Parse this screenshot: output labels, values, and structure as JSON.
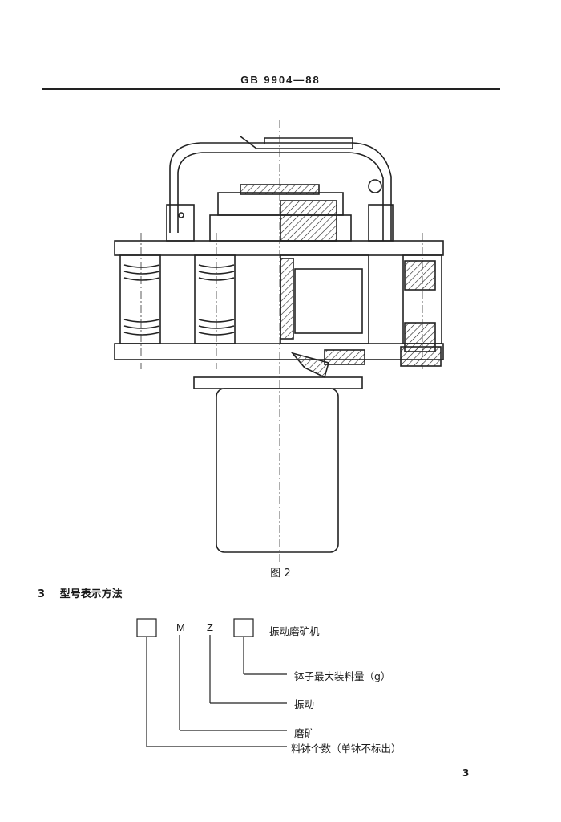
{
  "header": {
    "standard_no": "GB 9904—88"
  },
  "figure": {
    "caption": "图 2"
  },
  "section": {
    "number": "3",
    "title": "型号表示方法"
  },
  "model": {
    "letter_1": "M",
    "letter_2": "Z",
    "label_top": "振动磨矿机",
    "label_capacity": "钵子最大装料量（g）",
    "label_vibration": "振动",
    "label_grinding": "磨矿",
    "label_count": "料钵个数（单钵不标出）"
  },
  "footer": {
    "page_number": "3"
  }
}
